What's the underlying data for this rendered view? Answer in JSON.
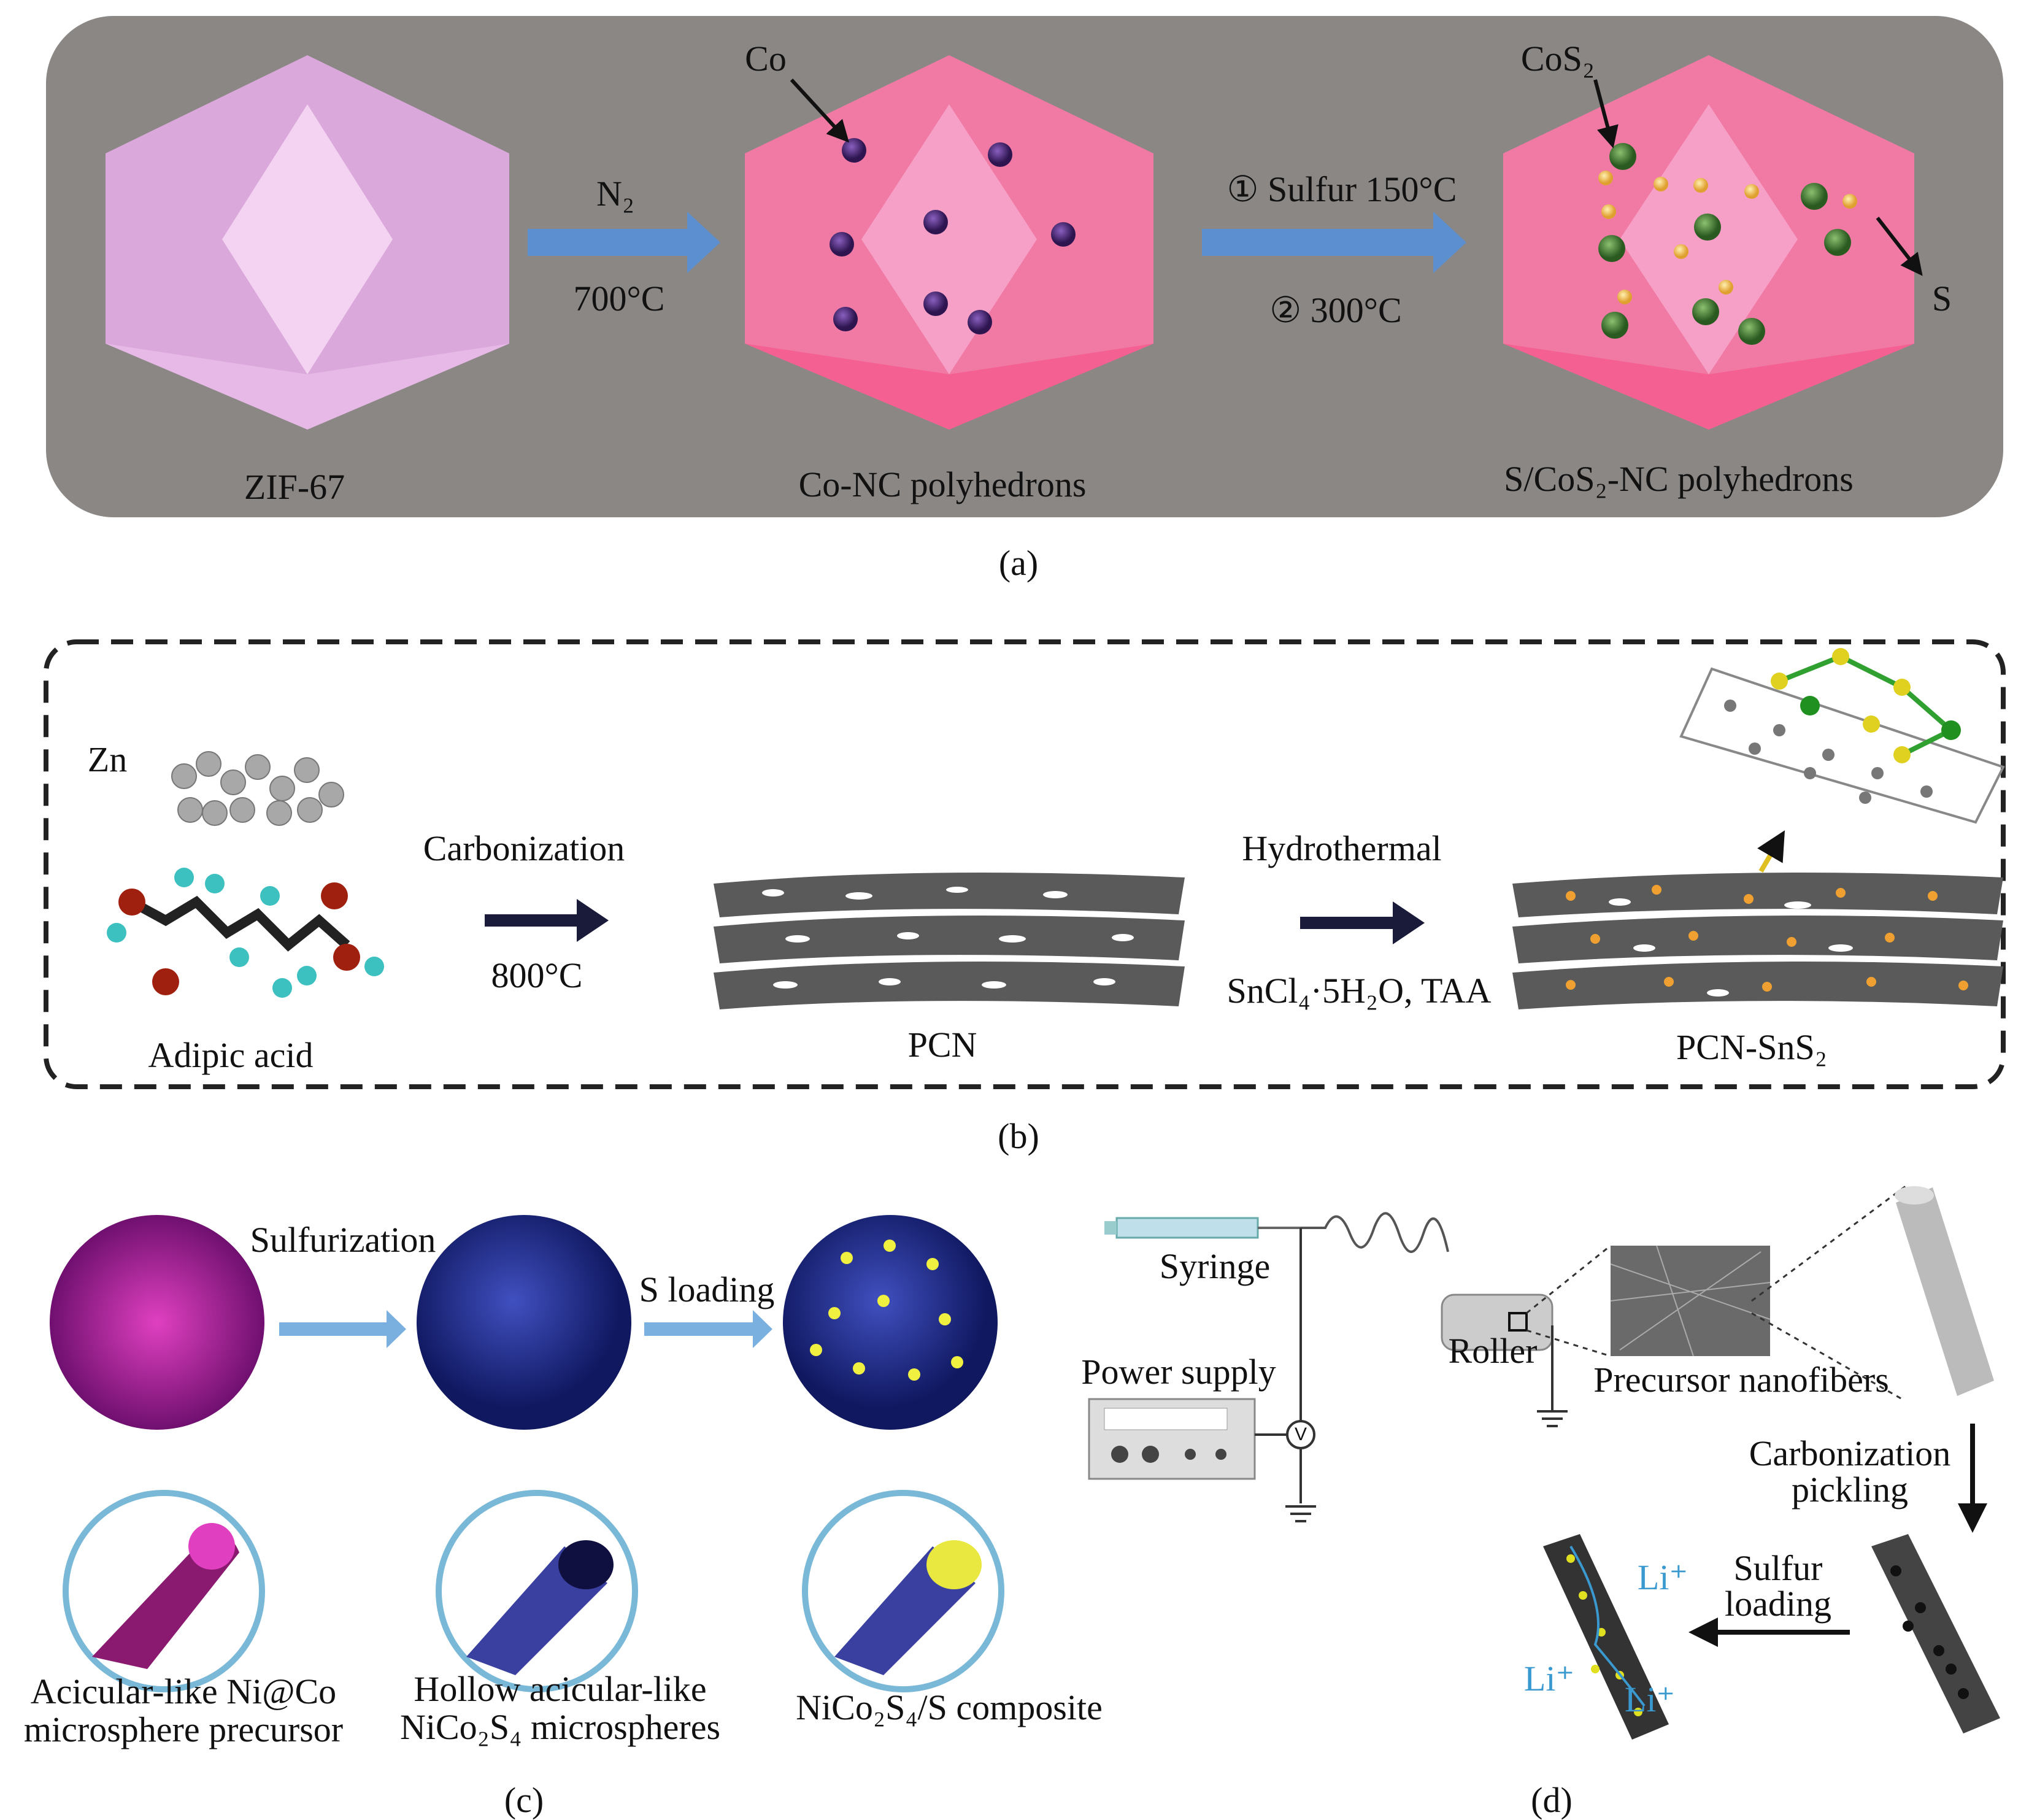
{
  "panel_a": {
    "caption": "(a)",
    "co_label": "Co",
    "n2_label": "N₂",
    "temp1": "700°C",
    "step1": "① Sulfur 150°C",
    "step2": "② 300°C",
    "cos2_label": "CoS₂",
    "s_label": "S",
    "zif": "ZIF-67",
    "conc": "Co-NC polyhedrons",
    "scos2": "S/CoS₂-NC polyhedrons",
    "colors": {
      "bg": "#8b8785",
      "arrow": "#5b8fd0",
      "zif": "#dba8dc",
      "conc": "#f07aa4",
      "co": "#5a2d82",
      "cos2": "#4f8a3c",
      "s": "#f2c060"
    }
  },
  "panel_b": {
    "caption": "(b)",
    "zn": "Zn",
    "carbonization": "Carbonization",
    "temp": "800°C",
    "hydrothermal": "Hydrothermal",
    "reagents": "SnCl₄·5H₂O, TAA",
    "adipic": "Adipic acid",
    "pcn": "PCN",
    "pcn_sns2": "PCN-SnS₂"
  },
  "panel_c": {
    "caption": "(c)",
    "sulfurization": "Sulfurization",
    "s_loading": "S loading",
    "label1_line1": "Acicular-like Ni@Co",
    "label1_line2": "microsphere precursor",
    "label2_line1": "Hollow acicular-like",
    "label2_line2": "NiCo₂S₄ microspheres",
    "label3": "NiCo₂S₄/S composite"
  },
  "panel_d": {
    "caption": "(d)",
    "syringe": "Syringe",
    "power": "Power supply",
    "voltmeter": "V",
    "roller": "Roller",
    "nanofibers": "Precursor nanofibers",
    "carb_line1": "Carbonization",
    "carb_line2": "pickling",
    "sulfur_line1": "Sulfur",
    "sulfur_line2": "loading",
    "li1": "Li⁺",
    "li2": "Li⁺",
    "li3": "Li⁺"
  }
}
